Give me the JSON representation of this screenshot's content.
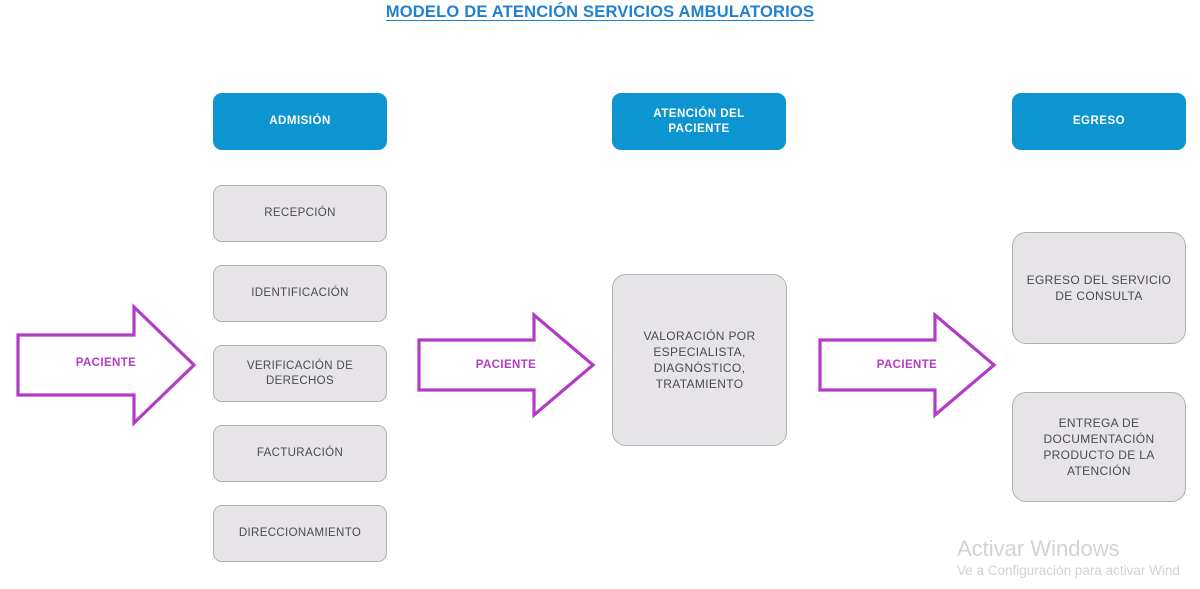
{
  "title": "MODELO DE ATENCIÓN SERVICIOS AMBULATORIOS",
  "colors": {
    "title_blue": "#2081d0",
    "stage_blue": "#0d95d1",
    "box_gray_fill": "#e7e4e7",
    "box_gray_border": "#b2b0b4",
    "box_text": "#4b4b4f",
    "arrow_purple": "#b23cc6",
    "watermark_gray": "#d2d2d2",
    "background": "#ffffff"
  },
  "stages": [
    {
      "id": "admision",
      "header": "ADMISIÓN",
      "steps": [
        {
          "id": "recepcion",
          "label": "RECEPCIÓN"
        },
        {
          "id": "identificacion",
          "label": "IDENTIFICACIÓN"
        },
        {
          "id": "verificacion-de-derechos",
          "label": "VERIFICACIÓN DE\nDERECHOS"
        },
        {
          "id": "facturacion",
          "label": "FACTURACIÓN"
        },
        {
          "id": "direccionamiento",
          "label": "DIRECCIONAMIENTO"
        }
      ]
    },
    {
      "id": "atencion-del-paciente",
      "header": "ATENCIÓN DEL\nPACIENTE",
      "steps": [
        {
          "id": "valoracion",
          "label": "VALORACIÓN POR\nESPECIALISTA,\nDIAGNÓSTICO,\nTRATAMIENTO"
        }
      ]
    },
    {
      "id": "egreso",
      "header": "EGRESO",
      "steps": [
        {
          "id": "egreso-del-servicio",
          "label": "EGRESO DEL SERVICIO\nDE CONSULTA"
        },
        {
          "id": "entrega-documentacion",
          "label": "ENTREGA DE\nDOCUMENTACIÓN\nPRODUCTO DE LA\nATENCIÓN"
        }
      ]
    }
  ],
  "arrows": [
    {
      "id": "arrow-1",
      "label": "PACIENTE"
    },
    {
      "id": "arrow-2",
      "label": "PACIENTE"
    },
    {
      "id": "arrow-3",
      "label": "PACIENTE"
    }
  ],
  "watermark": {
    "title": "Activar Windows",
    "subtitle": "Ve a Configuración para activar Wind"
  }
}
